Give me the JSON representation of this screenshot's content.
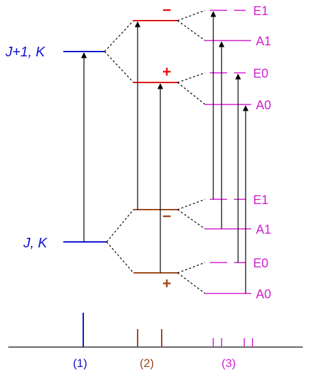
{
  "levels": {
    "upper_label": "J+1, K",
    "lower_label": "J, K"
  },
  "signs": {
    "upper_minus": "−",
    "upper_plus": "+",
    "lower_minus": "−",
    "lower_plus": "+"
  },
  "sublevels": {
    "upper": [
      "E1",
      "A1",
      "E0",
      "A0"
    ],
    "lower": [
      "E1",
      "A1",
      "E0",
      "A0"
    ]
  },
  "axis_labels": {
    "one": "(1)",
    "two": "(2)",
    "three": "(3)"
  },
  "colors": {
    "blue": "#1010d0",
    "red": "#e01010",
    "brown": "#9a4a1a",
    "magenta": "#d020d0",
    "black": "#000000",
    "axis": "#333333"
  }
}
